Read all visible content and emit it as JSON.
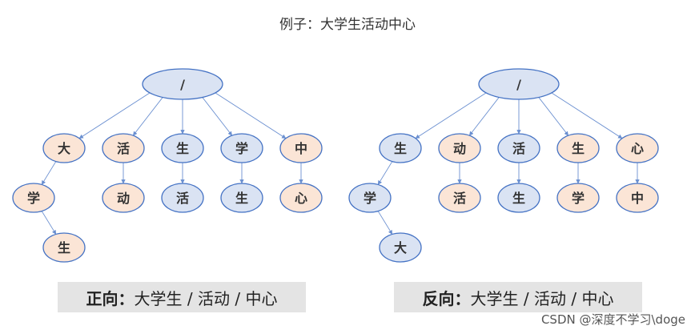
{
  "title": "例子：大学生活动中心",
  "colors": {
    "root_fill": "#dae3f3",
    "blue_fill": "#dae3f3",
    "orange_fill": "#fbe5d6",
    "stroke": "#4472c4",
    "edge": "#6a8fd0"
  },
  "trees": [
    {
      "root": "/",
      "children": [
        {
          "label": "大",
          "color": "orange",
          "children": [
            {
              "label": "学",
              "color": "orange",
              "children": [
                {
                  "label": "生",
                  "color": "orange"
                }
              ]
            }
          ]
        },
        {
          "label": "活",
          "color": "orange",
          "children": [
            {
              "label": "动",
              "color": "orange"
            }
          ]
        },
        {
          "label": "生",
          "color": "blue",
          "children": [
            {
              "label": "活",
              "color": "blue"
            }
          ]
        },
        {
          "label": "学",
          "color": "blue",
          "children": [
            {
              "label": "生",
              "color": "blue"
            }
          ]
        },
        {
          "label": "中",
          "color": "orange",
          "children": [
            {
              "label": "心",
              "color": "orange"
            }
          ]
        }
      ],
      "caption_label": "正向：",
      "caption_text": "大学生 / 活动 / 中心"
    },
    {
      "root": "/",
      "children": [
        {
          "label": "生",
          "color": "blue",
          "children": [
            {
              "label": "学",
              "color": "blue",
              "children": [
                {
                  "label": "大",
                  "color": "blue"
                }
              ]
            }
          ]
        },
        {
          "label": "动",
          "color": "orange",
          "children": [
            {
              "label": "活",
              "color": "orange"
            }
          ]
        },
        {
          "label": "活",
          "color": "blue",
          "children": [
            {
              "label": "生",
              "color": "blue"
            }
          ]
        },
        {
          "label": "生",
          "color": "orange",
          "children": [
            {
              "label": "学",
              "color": "orange"
            }
          ]
        },
        {
          "label": "心",
          "color": "orange",
          "children": [
            {
              "label": "中",
              "color": "orange"
            }
          ]
        }
      ],
      "caption_label": "反向：",
      "caption_text": "大学生 / 活动 / 中心"
    }
  ],
  "watermark": "CSDN @深度不学习\\doge"
}
